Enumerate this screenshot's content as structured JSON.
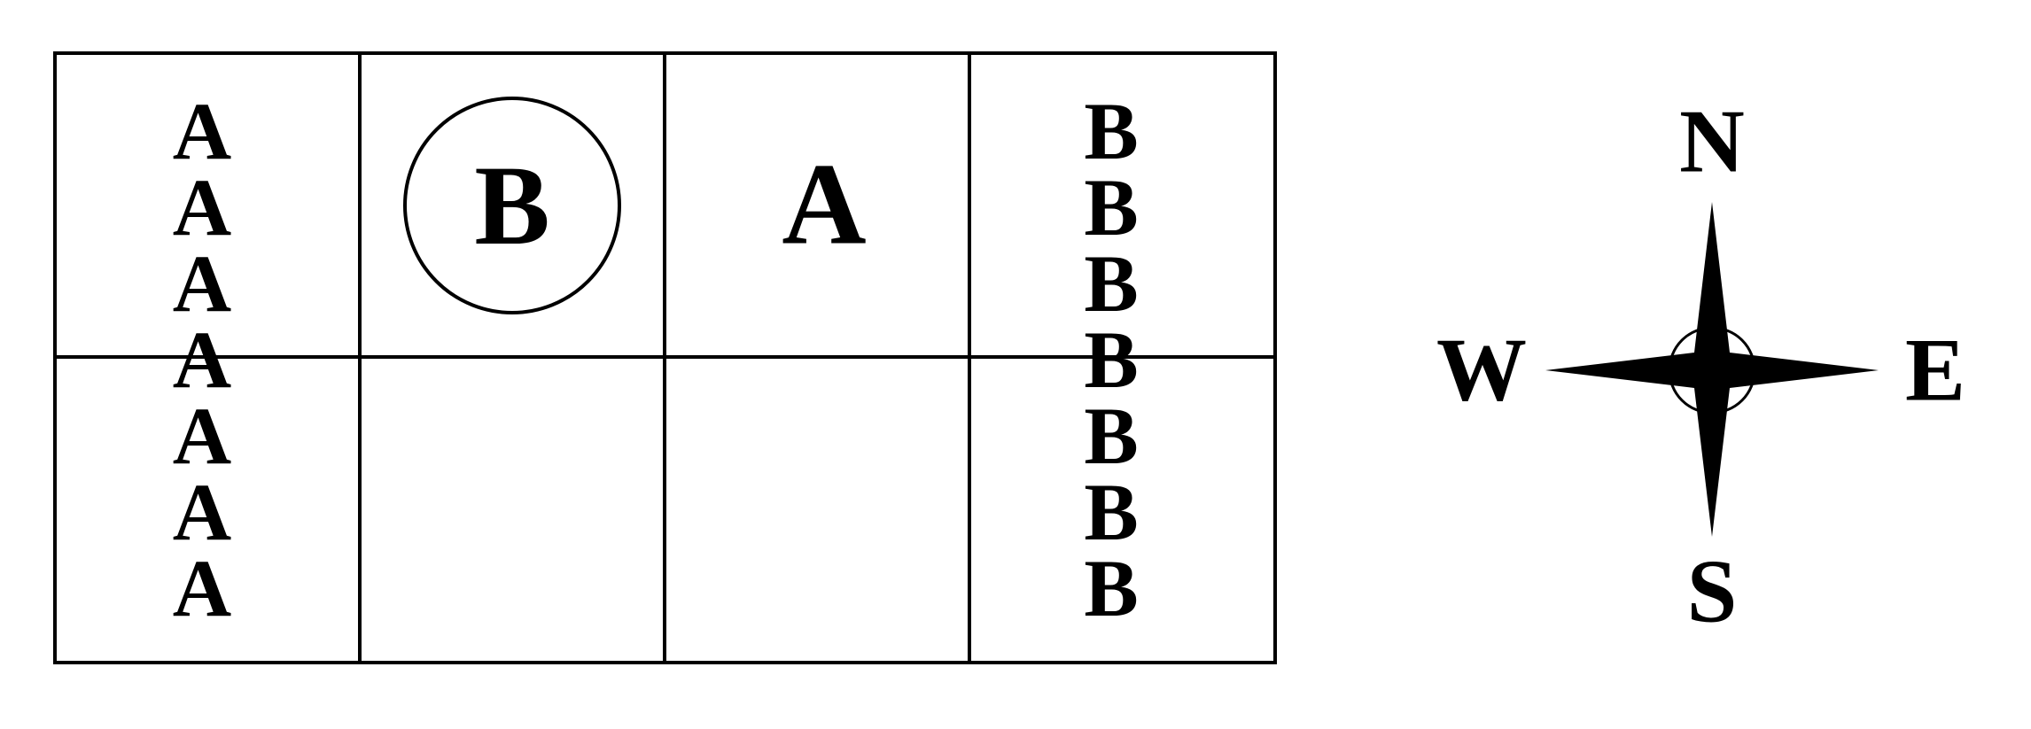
{
  "grid": {
    "rows": 2,
    "cols": 4,
    "line_color": "#000000"
  },
  "column_stacks": {
    "left_letter": "A",
    "left_count": 7,
    "right_letter": "B",
    "right_count": 7
  },
  "circled_cell": {
    "letter": "B"
  },
  "single_cell": {
    "letter": "A"
  },
  "compass": {
    "north": "N",
    "south": "S",
    "east": "E",
    "west": "W",
    "fill_color": "#000000"
  }
}
